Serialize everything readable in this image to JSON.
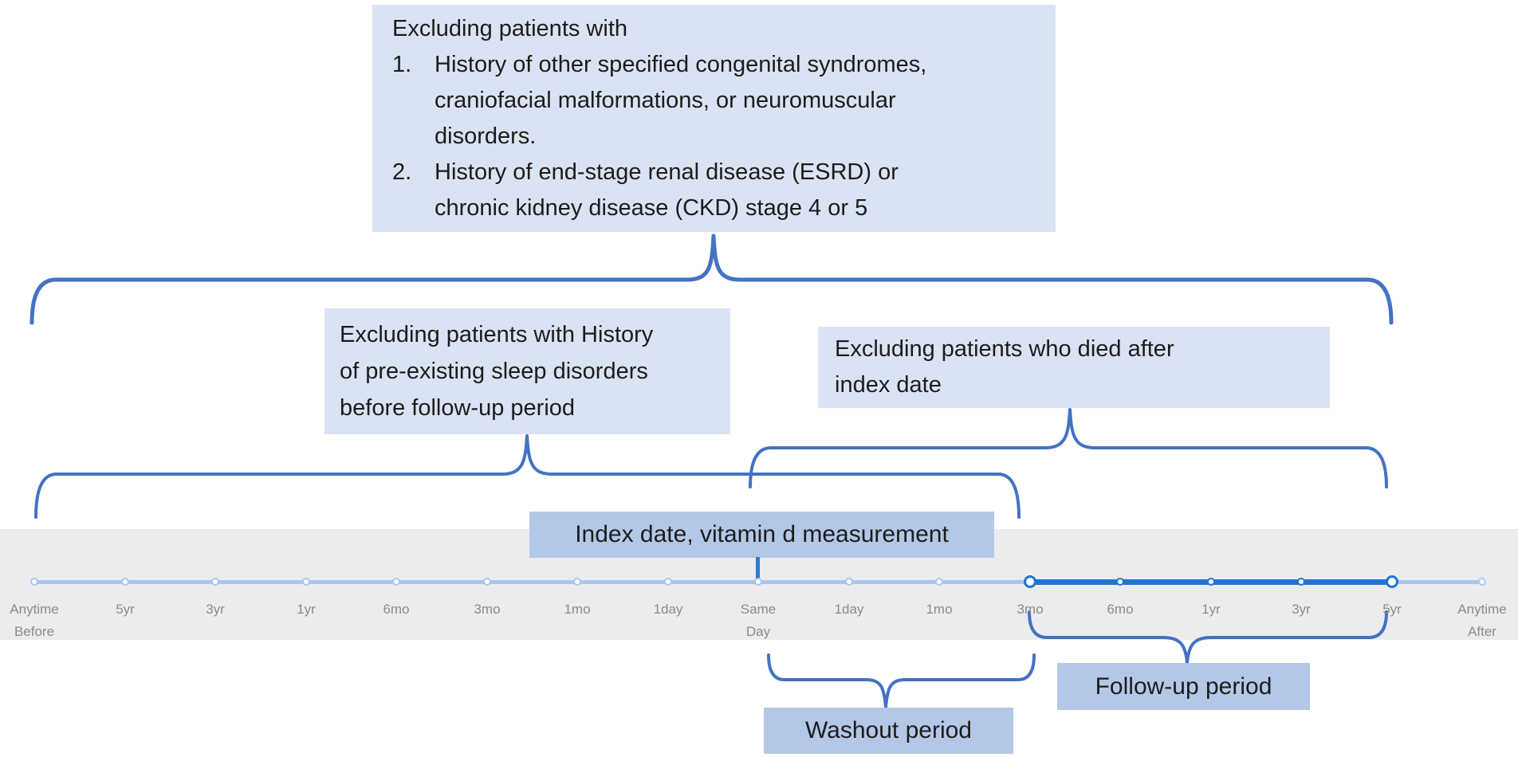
{
  "diagram_title": "Study design timeline with exclusion criteria",
  "top_exclusion_box": {
    "title": "Excluding patients with",
    "items": [
      {
        "num": "1.",
        "lines": [
          "History of other specified congenital syndromes,",
          "craniofacial malformations, or neuromuscular",
          "disorders."
        ]
      },
      {
        "num": "2.",
        "lines": [
          "History of end-stage renal disease (ESRD) or",
          "chronic kidney disease (CKD) stage 4 or 5"
        ]
      }
    ]
  },
  "sleep_exclusion_box": {
    "lines": [
      "Excluding patients with History",
      "of pre-existing sleep disorders",
      "before follow-up period"
    ]
  },
  "death_exclusion_box": {
    "lines": [
      "Excluding patients who died after",
      "index date"
    ]
  },
  "index_box": {
    "label": "Index date, vitamin d measurement"
  },
  "washout_box": {
    "label": "Washout period"
  },
  "followup_box": {
    "label": "Follow-up period"
  },
  "timeline": {
    "ticks": [
      {
        "line1": "Anytime",
        "line2": "Before",
        "emphasis": "light"
      },
      {
        "line1": "5yr",
        "emphasis": "light"
      },
      {
        "line1": "3yr",
        "emphasis": "light"
      },
      {
        "line1": "1yr",
        "emphasis": "light"
      },
      {
        "line1": "6mo",
        "emphasis": "light"
      },
      {
        "line1": "3mo",
        "emphasis": "light"
      },
      {
        "line1": "1mo",
        "emphasis": "light"
      },
      {
        "line1": "1day",
        "emphasis": "light"
      },
      {
        "line1": "Same",
        "line2": "Day",
        "emphasis": "light"
      },
      {
        "line1": "1day",
        "emphasis": "light"
      },
      {
        "line1": "1mo",
        "emphasis": "light"
      },
      {
        "line1": "3mo",
        "emphasis": "dark-large"
      },
      {
        "line1": "6mo",
        "emphasis": "dark"
      },
      {
        "line1": "1yr",
        "emphasis": "dark"
      },
      {
        "line1": "3yr",
        "emphasis": "dark"
      },
      {
        "line1": "5yr",
        "emphasis": "dark-large"
      },
      {
        "line1": "Anytime",
        "line2": "After",
        "emphasis": "light"
      }
    ],
    "dark_segment": {
      "from": "3mo after index",
      "to": "5yr after index"
    }
  },
  "colors": {
    "box_light": "#dae3f3",
    "box_medium": "#b4c7e7",
    "brace_blue": "#4472c4",
    "timeline_light": "#a9c7ee",
    "timeline_dark": "#2175d2",
    "band_gray": "#ececee",
    "tick_label_gray": "#8b8b8b"
  }
}
